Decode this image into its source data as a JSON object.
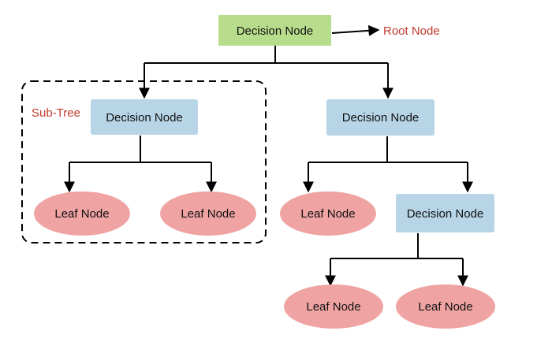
{
  "colors": {
    "root_fill": "#b7dc8c",
    "decision_fill": "#b7d5e6",
    "leaf_fill": "#f0a3a3",
    "line": "#000000",
    "annotation_text": "#c0392b"
  },
  "diagram": {
    "root": {
      "label": "Decision Node"
    },
    "root_annotation": {
      "label": "Root Node"
    },
    "subtree_annotation": {
      "label": "Sub-Tree"
    },
    "left_decision": {
      "label": "Decision Node"
    },
    "right_decision": {
      "label": "Decision Node"
    },
    "right_child_decision": {
      "label": "Decision Node"
    },
    "leaves": [
      {
        "label": "Leaf Node"
      },
      {
        "label": "Leaf Node"
      },
      {
        "label": "Leaf Node"
      },
      {
        "label": "Leaf Node"
      },
      {
        "label": "Leaf Node"
      }
    ]
  }
}
